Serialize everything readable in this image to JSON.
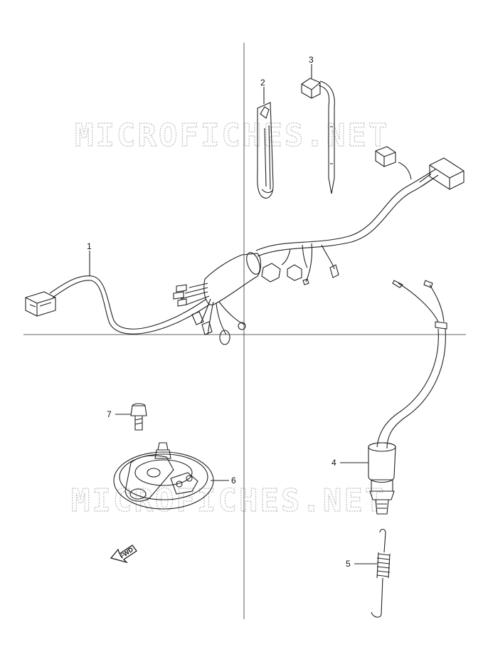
{
  "watermark": "MICROFICHES.NET",
  "fwd_label": "FWD",
  "callouts": {
    "c1": "1",
    "c2": "2",
    "c3": "3",
    "c4": "4",
    "c5": "5",
    "c6": "6",
    "c7": "7"
  },
  "colors": {
    "line": "#222222",
    "watermark": "#c8c8c8",
    "background": "#ffffff"
  }
}
